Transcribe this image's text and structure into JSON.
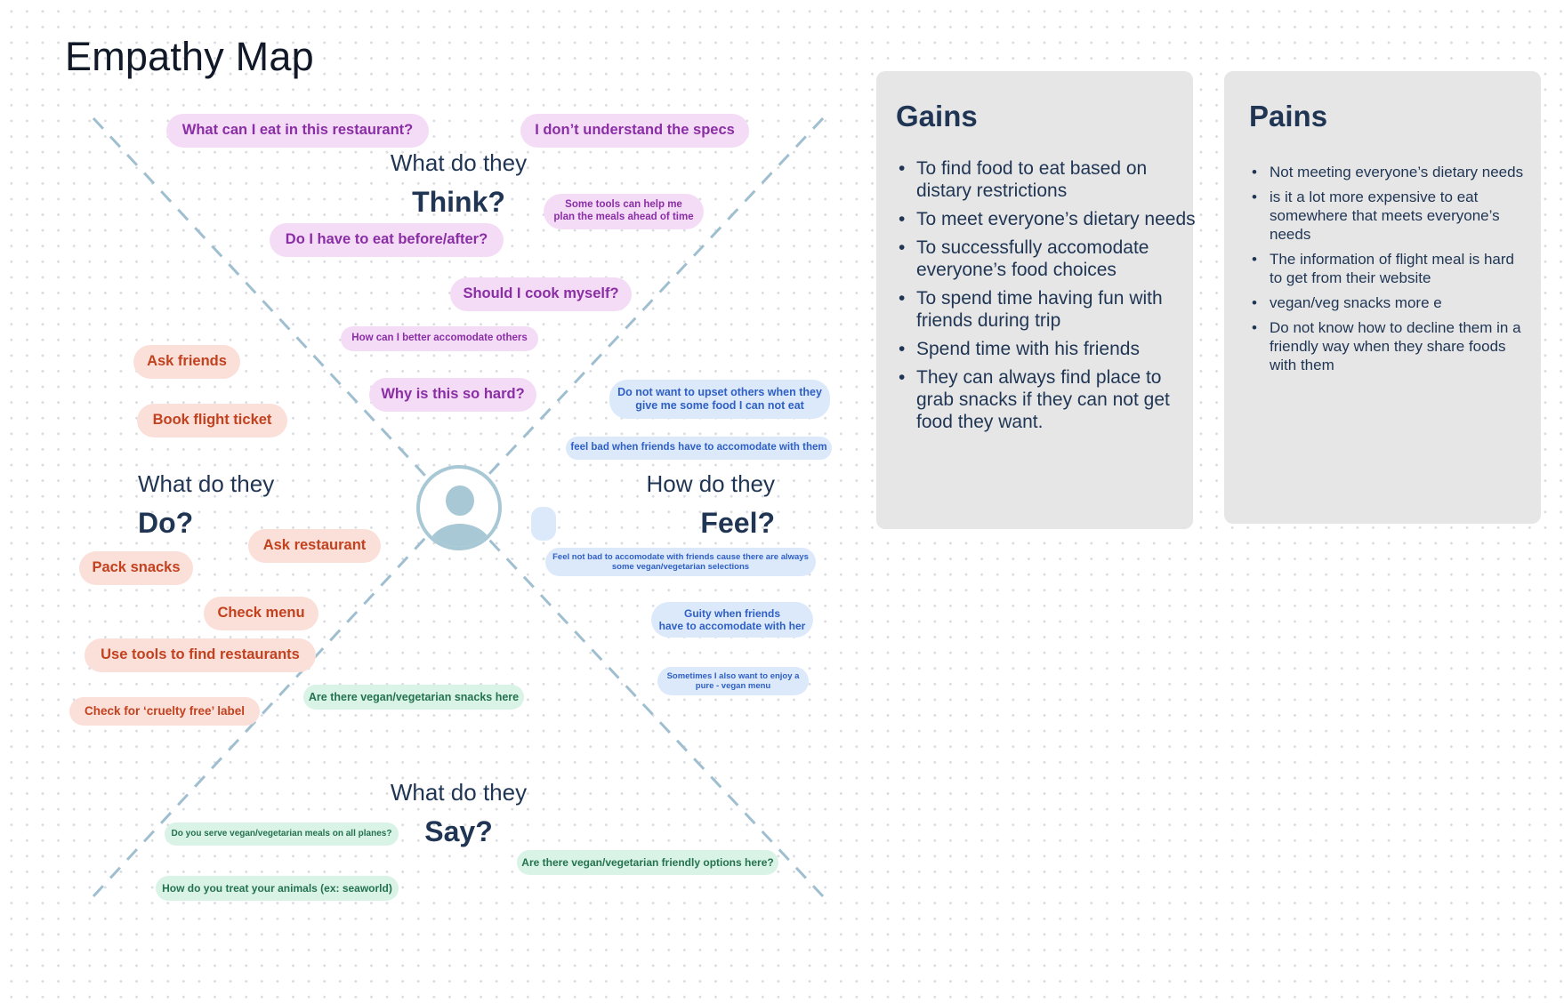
{
  "title": "Empathy Map",
  "think": {
    "line1": "What do they",
    "line2": "Think?",
    "notes": [
      "What can I eat in this restaurant?",
      "I don’t understand the specs",
      "Some tools can help me\nplan the meals ahead of time",
      "Do I have to eat before/after?",
      "Should I cook myself?",
      "How can I better accomodate others",
      "Why is this so hard?"
    ]
  },
  "do": {
    "line1": "What do they",
    "line2": "Do?",
    "notes": [
      "Ask friends",
      "Book flight ticket",
      "Ask restaurant",
      "Pack snacks",
      "Check menu",
      "Use tools to find restaurants",
      "Check for ‘cruelty free’ label"
    ]
  },
  "feel": {
    "line1": "How do they",
    "line2": "Feel?",
    "notes": [
      "Do not want to upset others when they\ngive me some food I can not eat",
      "feel bad when friends have to accomodate with them",
      "Feel not bad to accomodate with friends cause there are always\nsome vegan/vegetarian selections",
      "Guity when friends\nhave to accomodate with her",
      "Sometimes I also want to enjoy a\npure - vegan menu"
    ]
  },
  "say": {
    "line1": "What do they",
    "line2": "Say?",
    "notes": [
      "Are there vegan/vegetarian snacks here",
      "Do you serve vegan/vegetarian meals on all planes?",
      "Are there vegan/vegetarian friendly options here?",
      "How do you treat your animals (ex: seaworld)"
    ]
  },
  "gains": {
    "title": "Gains",
    "items": [
      "To find food to eat based on distary restrictions",
      "To meet everyone’s dietary needs",
      "To successfully accomodate everyone’s food choices",
      "To spend time having fun with friends during trip",
      "Spend time with his friends",
      "They can always find place to grab snacks if they can not get food they want."
    ]
  },
  "pains": {
    "title": "Pains",
    "items": [
      "Not meeting everyone’s dietary needs",
      "is it a lot more expensive to eat somewhere that meets everyone’s needs",
      "The information of flight meal is hard to get from their website",
      "vegan/veg snacks more e",
      "Do not know how to decline them in a  friendly way when they share foods with them"
    ]
  },
  "colors": {
    "think": "#f5dcf6",
    "do": "#fbe0d9",
    "feel": "#dce9fb",
    "say": "#d9f3e7",
    "heading": "#1f3553",
    "diagonal": "#9fbfd0"
  },
  "icons": {
    "avatar": "user-avatar-icon"
  }
}
